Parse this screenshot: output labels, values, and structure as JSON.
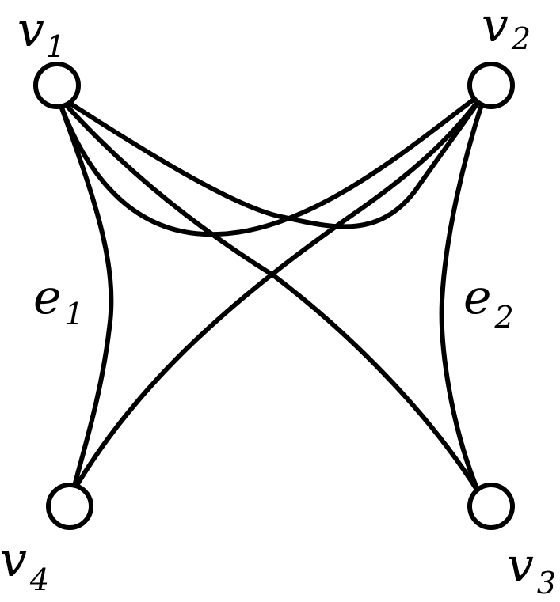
{
  "vertices": [
    {
      "id": "v1",
      "letter": "v",
      "index": "1"
    },
    {
      "id": "v2",
      "letter": "v",
      "index": "2"
    },
    {
      "id": "v3",
      "letter": "v",
      "index": "3"
    },
    {
      "id": "v4",
      "letter": "v",
      "index": "4"
    }
  ],
  "edges": [
    {
      "id": "e1",
      "letter": "e",
      "index": "1"
    },
    {
      "id": "e2",
      "letter": "e",
      "index": "2"
    }
  ],
  "colors": {
    "stroke": "#000000",
    "background": "#ffffff"
  }
}
